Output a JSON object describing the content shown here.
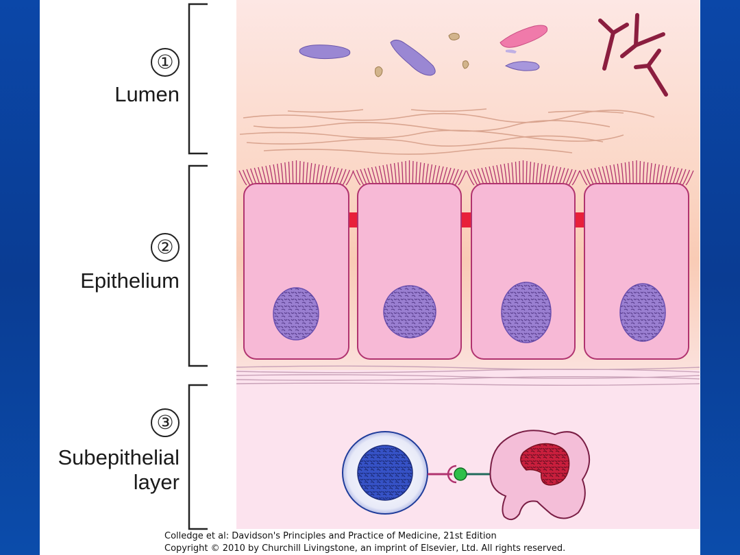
{
  "layers": [
    {
      "number": "①",
      "label": "Lumen"
    },
    {
      "number": "②",
      "label": "Epithelium"
    },
    {
      "number": "③",
      "label_line1": "Subepithelial",
      "label_line2": "layer"
    }
  ],
  "caption": {
    "line1": "Colledge et al: Davidson's Principles and Practice of Medicine, 21st Edition",
    "line2": "Copyright © 2010 by Churchill Livingstone, an imprint of Elsevier, Ltd. All rights reserved."
  },
  "colors": {
    "background_blue": "#0a3c93",
    "lumen_pink": "#fbd9cd",
    "cell_pink": "#f7b9d6",
    "cell_outline": "#b0336f",
    "nucleus_purple": "#9a7fd1",
    "junction_red": "#e8203a"
  }
}
